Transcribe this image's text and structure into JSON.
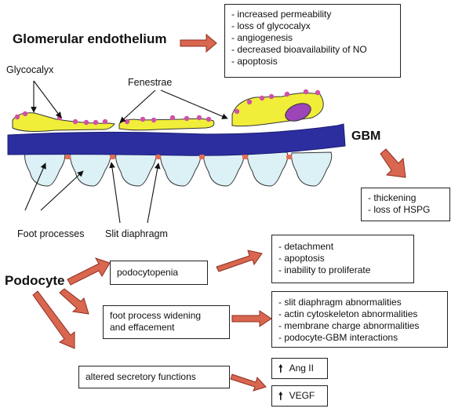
{
  "endothelium": {
    "title": "Glomerular endothelium",
    "effects": [
      "- increased permeability",
      "- loss of glycocalyx",
      "- angiogenesis",
      "- decreased bioavailability of NO",
      "- apoptosis"
    ]
  },
  "structure_labels": {
    "glycocalyx": "Glycocalyx",
    "fenestrae": "Fenestrae",
    "gbm": "GBM",
    "foot_processes": "Foot processes",
    "slit_diaphragm": "Slit diaphragm"
  },
  "gbm_effects": [
    "- thickening",
    "- loss of HSPG"
  ],
  "podocyte": {
    "title": "Podocyte",
    "podocytopenia": "podocytopenia",
    "podocytopenia_effects": [
      "- detachment",
      "- apoptosis",
      "- inability to proliferate"
    ],
    "foot_process_lines": [
      "foot process widening",
      "and effacement"
    ],
    "foot_process_effects": [
      "- slit diaphragm abnormalities",
      "- actin cytoskeleton abnormalities",
      "- membrane charge abnormalities",
      "- podocyte-GBM interactions"
    ],
    "secretory": "altered secretory functions",
    "up_glyph": "🠕",
    "ang": "Ang II",
    "vegf": "VEGF"
  },
  "colors": {
    "arrow": "#d9664f",
    "arrow_stroke": "#8e2f22",
    "gbm": "#2c2ea0",
    "endothelium": "#f1ee3a",
    "glycocalyx": "#d052a6",
    "nucleus": "#9b45b8",
    "foot_process": "#dbf1f6",
    "slit": "#e06e55"
  }
}
